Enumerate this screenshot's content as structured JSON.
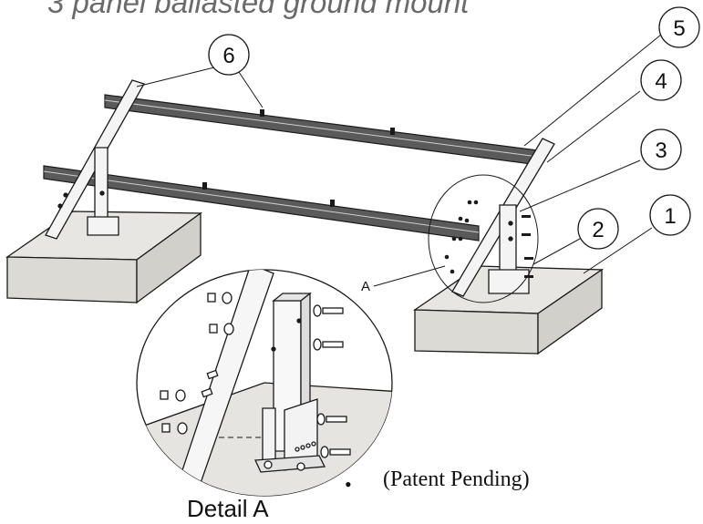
{
  "title": "3 panel ballasted ground mount",
  "detail_label": "Detail A",
  "bullet": "•",
  "patent": "(Patent Pending)",
  "section_label": "A",
  "callouts": [
    "1",
    "2",
    "3",
    "4",
    "5",
    "6"
  ],
  "colors": {
    "line": "#1a1a1a",
    "block_top": "#e8e6e2",
    "block_side": "#dcdad5",
    "rail": "#4a4a4a",
    "title": "#6a6a6a"
  }
}
